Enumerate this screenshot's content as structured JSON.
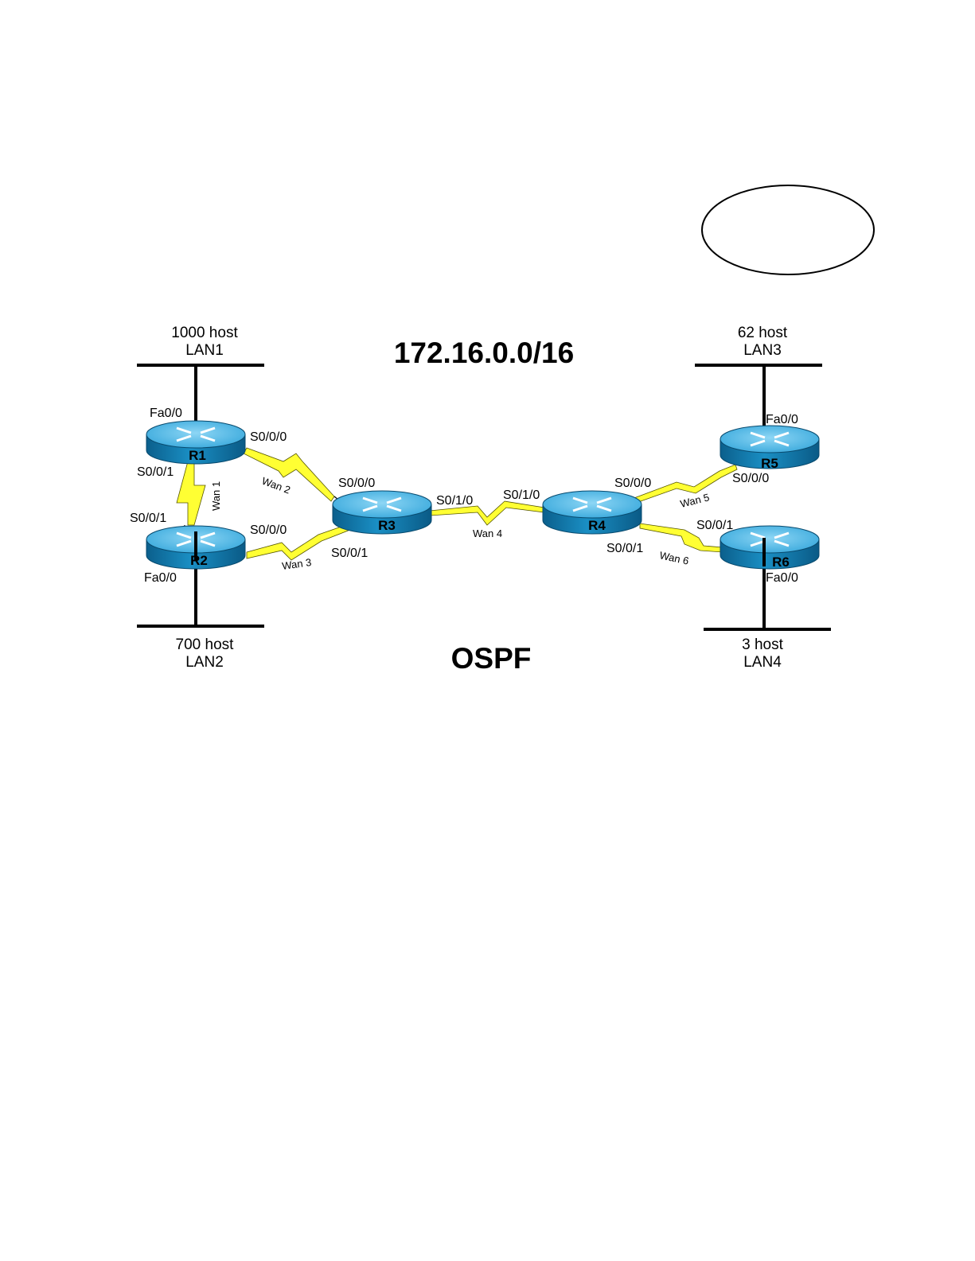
{
  "network": "172.16.0.0/16",
  "protocol": "OSPF",
  "lans": [
    {
      "id": "lan1",
      "hosts": "1000 host",
      "name": "LAN1",
      "router": "R1",
      "interface": "Fa0/0"
    },
    {
      "id": "lan2",
      "hosts": "700 host",
      "name": "LAN2",
      "router": "R2",
      "interface": "Fa0/0"
    },
    {
      "id": "lan3",
      "hosts": "62 host",
      "name": "LAN3",
      "router": "R5",
      "interface": "Fa0/0"
    },
    {
      "id": "lan4",
      "hosts": "3 host",
      "name": "LAN4",
      "router": "R6",
      "interface": "Fa0/0"
    }
  ],
  "routers": [
    "R1",
    "R2",
    "R3",
    "R4",
    "R5",
    "R6"
  ],
  "wans": [
    {
      "name": "Wan 1",
      "a": "R1",
      "a_if": "S0/0/1",
      "b": "R2",
      "b_if": "S0/0/1"
    },
    {
      "name": "Wan 2",
      "a": "R1",
      "a_if": "S0/0/0",
      "b": "R3",
      "b_if": "S0/0/0"
    },
    {
      "name": "Wan 3",
      "a": "R2",
      "a_if": "S0/0/0",
      "b": "R3",
      "b_if": "S0/0/1"
    },
    {
      "name": "Wan 4",
      "a": "R3",
      "a_if": "S0/1/0",
      "b": "R4",
      "b_if": "S0/1/0"
    },
    {
      "name": "Wan 5",
      "a": "R4",
      "a_if": "S0/0/0",
      "b": "R5",
      "b_if": "S0/0/0"
    },
    {
      "name": "Wan 6",
      "a": "R4",
      "a_if": "S0/0/1",
      "b": "R6",
      "b_if": "S0/0/1"
    }
  ],
  "colors": {
    "router_body": "#1a8fc4",
    "router_top": "#5fc1ec",
    "serial_link": "#ffff33",
    "line": "#000000"
  }
}
